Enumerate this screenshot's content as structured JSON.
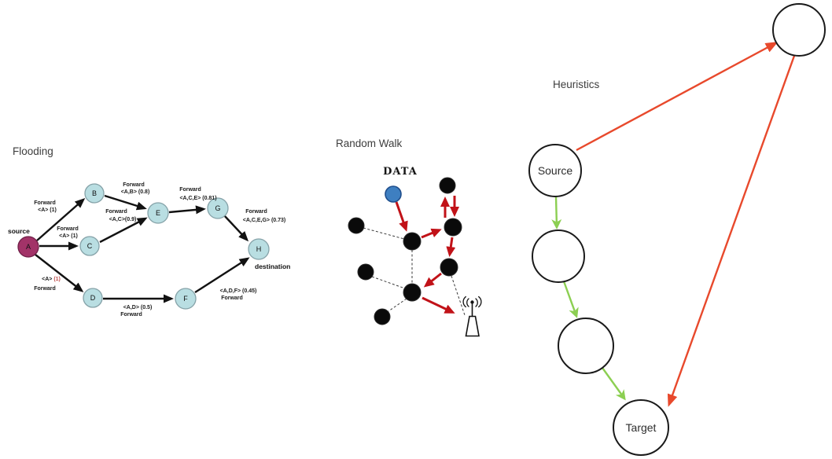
{
  "colors": {
    "title_color": "#3d3d3d",
    "label_color": "#1a1a1a",
    "flooding_node_fill": "#b9dee2",
    "flooding_node_stroke": "#85a2a8",
    "flooding_source_fill": "#a23368",
    "flooding_source_stroke": "#6f1f47",
    "flooding_edge": "#121212",
    "flooding_red_one": "#c0504d",
    "rw_black": "#0a0a0a",
    "rw_blue_fill": "#3e7fc1",
    "rw_blue_stroke": "#1f4e8c",
    "rw_red": "#c11218",
    "heur_red": "#e8492c",
    "heur_green": "#8ccf52",
    "heur_stroke": "#1a1a1a"
  },
  "flooding": {
    "title": "Flooding",
    "source_label": "source",
    "destination_label": "destination",
    "nodes": {
      "a": "A",
      "b": "B",
      "c": "C",
      "d": "D",
      "e": "E",
      "f": "F",
      "g": "G",
      "h": "H"
    },
    "edges": {
      "a_b": {
        "l1": "Forward",
        "l2": "<A> (1)"
      },
      "a_c": {
        "l1": "Forward",
        "l2": "<A> (1)"
      },
      "a_d": {
        "l1a": "<A> ",
        "l1b": "(1)",
        "l2": "Forward"
      },
      "b_e": {
        "l1": "Forward",
        "l2": "<A,B> (0.8)"
      },
      "c_e": {
        "l1": "Forward",
        "l2": "<A,C>(0.9)"
      },
      "e_g": {
        "l1": "Forward",
        "l2": "<A,C,E> (0.81)"
      },
      "g_h": {
        "l1": "Forward",
        "l2": "<A,C,E,G> (0.73)"
      },
      "d_f": {
        "l1": "<A,D> (0.5)",
        "l2": "Forward"
      },
      "f_h": {
        "l1": "<A,D,F> (0.45)",
        "l2": "Forward"
      }
    }
  },
  "random_walk": {
    "title": "Random Walk",
    "data_label": "DATA"
  },
  "heuristics": {
    "title": "Heuristics",
    "source_label": "Source",
    "target_label": "Target"
  }
}
